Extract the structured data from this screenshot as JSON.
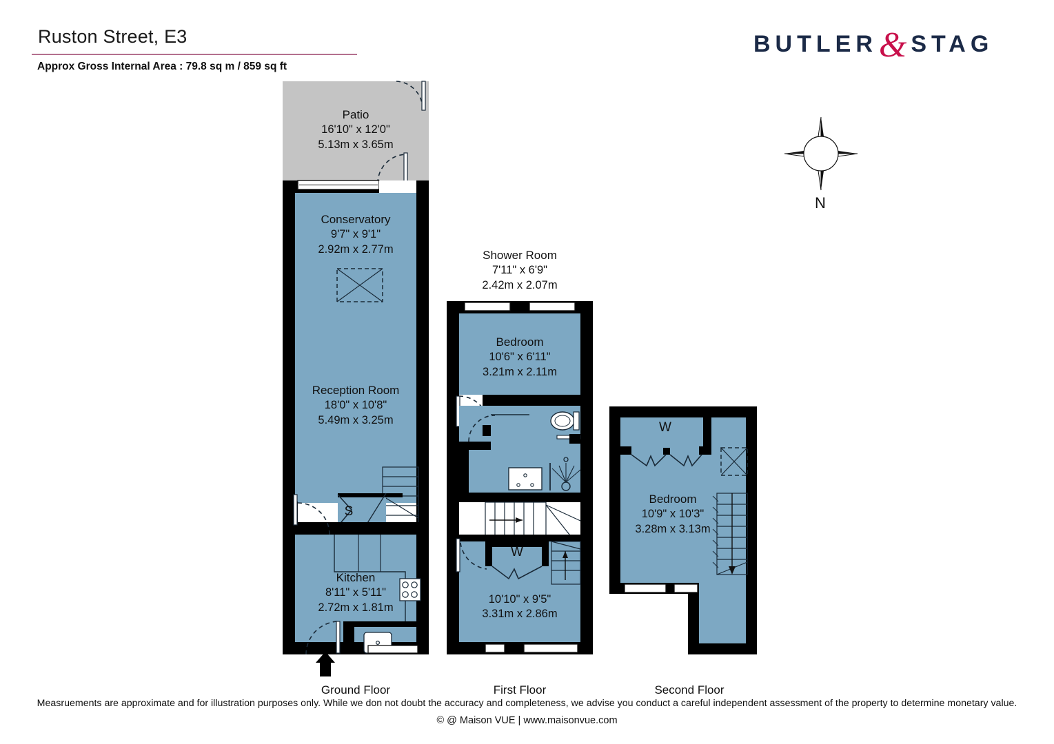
{
  "header": {
    "title": "Ruston Street, E3",
    "area": "Approx Gross Internal Area : 79.8 sq m / 859 sq ft",
    "rule_color": "#b4708e"
  },
  "logo": {
    "left_word": "BUTLER",
    "ampersand": "&",
    "right_word": "STAG",
    "word_color": "#1b2a47",
    "amp_color": "#c8104b"
  },
  "compass": {
    "label": "N"
  },
  "palette": {
    "room_fill": "#7da8c3",
    "patio_fill": "#c4c4c4",
    "wall": "#000000",
    "line": "#1a2a38",
    "white": "#ffffff"
  },
  "floors": [
    {
      "id": "ground",
      "caption": "Ground Floor"
    },
    {
      "id": "first",
      "caption": "First Floor"
    },
    {
      "id": "second",
      "caption": "Second Floor"
    }
  ],
  "rooms": {
    "patio": {
      "name": "Patio",
      "imperial": "16'10\" x 12'0\"",
      "metric": "5.13m x 3.65m"
    },
    "conservatory": {
      "name": "Conservatory",
      "imperial": "9'7\" x 9'1\"",
      "metric": "2.92m x 2.77m"
    },
    "reception": {
      "name": "Reception Room",
      "imperial": "18'0\" x 10'8\"",
      "metric": "5.49m x 3.25m"
    },
    "kitchen": {
      "name": "Kitchen",
      "imperial": "8'11\" x 5'11\"",
      "metric": "2.72m x 1.81m"
    },
    "shower": {
      "name": "Shower Room",
      "imperial": "7'11\" x 6'9\"",
      "metric": "2.42m x 2.07m"
    },
    "bedroom1": {
      "name": "Bedroom",
      "imperial": "10'6\" x 6'11\"",
      "metric": "3.21m x 2.11m"
    },
    "bedroom_first": {
      "name": "",
      "imperial": "10'10\" x 9'5\"",
      "metric": "3.31m x 2.86m"
    },
    "bedroom2": {
      "name": "Bedroom",
      "imperial": "10'9\" x 10'3\"",
      "metric": "3.28m x 3.13m"
    }
  },
  "markers": {
    "storage": "S",
    "wardrobe_first": "W",
    "wardrobe_second": "W"
  },
  "footer": {
    "disclaimer": "Measruements are approximate and for illustration purposes only. While we don not doubt the accuracy and completeness, we advise you conduct a careful independent assessment of the property to determine monetary value.",
    "copyright": "© @ Maison VUE | www.maisonvue.com"
  }
}
